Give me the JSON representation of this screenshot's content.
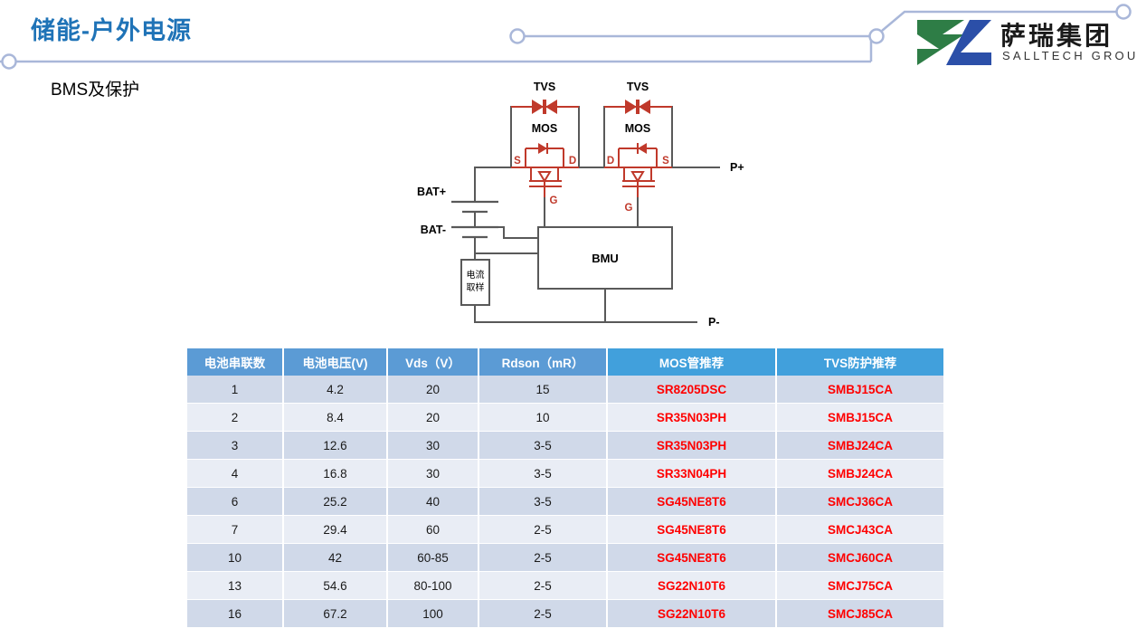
{
  "header": {
    "title": "储能-户外电源",
    "subtitle": "BMS及保护",
    "accent_color": "#1F73B7",
    "deco_color": "#A9B7D9"
  },
  "logo": {
    "cn_name": "萨瑞集团",
    "en_name": "SALLTECH GROUP",
    "mark_green": "#2E7D46",
    "mark_blue": "#2B4FA8"
  },
  "diagram": {
    "labels": {
      "tvs_left": "TVS",
      "tvs_right": "TVS",
      "mos_left": "MOS",
      "mos_right": "MOS",
      "bat_plus": "BAT+",
      "bat_minus": "BAT-",
      "p_plus": "P+",
      "p_minus": "P-",
      "bmu": "BMU",
      "shunt_line1": "电流",
      "shunt_line2": "取样",
      "mos_left_s": "S",
      "mos_left_d": "D",
      "mos_left_g": "G",
      "mos_right_d": "D",
      "mos_right_s": "S",
      "mos_right_g": "G"
    },
    "wire_color": "#595959",
    "device_color": "#C0392B"
  },
  "table": {
    "columns": [
      "电池串联数",
      "电池电压(V)",
      "Vds（V）",
      "Rdson（mR）",
      "MOS管推荐",
      "TVS防护推荐"
    ],
    "rows": [
      {
        "cells": [
          "1",
          "4.2",
          "20",
          "15",
          "SR8205DSC",
          "SMBJ15CA"
        ]
      },
      {
        "cells": [
          "2",
          "8.4",
          "20",
          "10",
          "SR35N03PH",
          "SMBJ15CA"
        ]
      },
      {
        "cells": [
          "3",
          "12.6",
          "30",
          "3-5",
          "SR35N03PH",
          "SMBJ24CA"
        ]
      },
      {
        "cells": [
          "4",
          "16.8",
          "30",
          "3-5",
          "SR33N04PH",
          "SMBJ24CA"
        ]
      },
      {
        "cells": [
          "6",
          "25.2",
          "40",
          "3-5",
          "SG45NE8T6",
          "SMCJ36CA"
        ]
      },
      {
        "cells": [
          "7",
          "29.4",
          "60",
          "2-5",
          "SG45NE8T6",
          "SMCJ43CA"
        ]
      },
      {
        "cells": [
          "10",
          "42",
          "60-85",
          "2-5",
          "SG45NE8T6",
          "SMCJ60CA"
        ]
      },
      {
        "cells": [
          "13",
          "54.6",
          "80-100",
          "2-5",
          "SG22N10T6",
          "SMCJ75CA"
        ]
      },
      {
        "cells": [
          "16",
          "67.2",
          "100",
          "2-5",
          "SG22N10T6",
          "SMCJ85CA"
        ]
      }
    ],
    "header_bg": "#5B9BD5",
    "header_accent_bg": "#41A0DC",
    "row_odd_bg": "#D0D9E9",
    "row_even_bg": "#E9EDF5",
    "part_color": "#FF0000"
  }
}
